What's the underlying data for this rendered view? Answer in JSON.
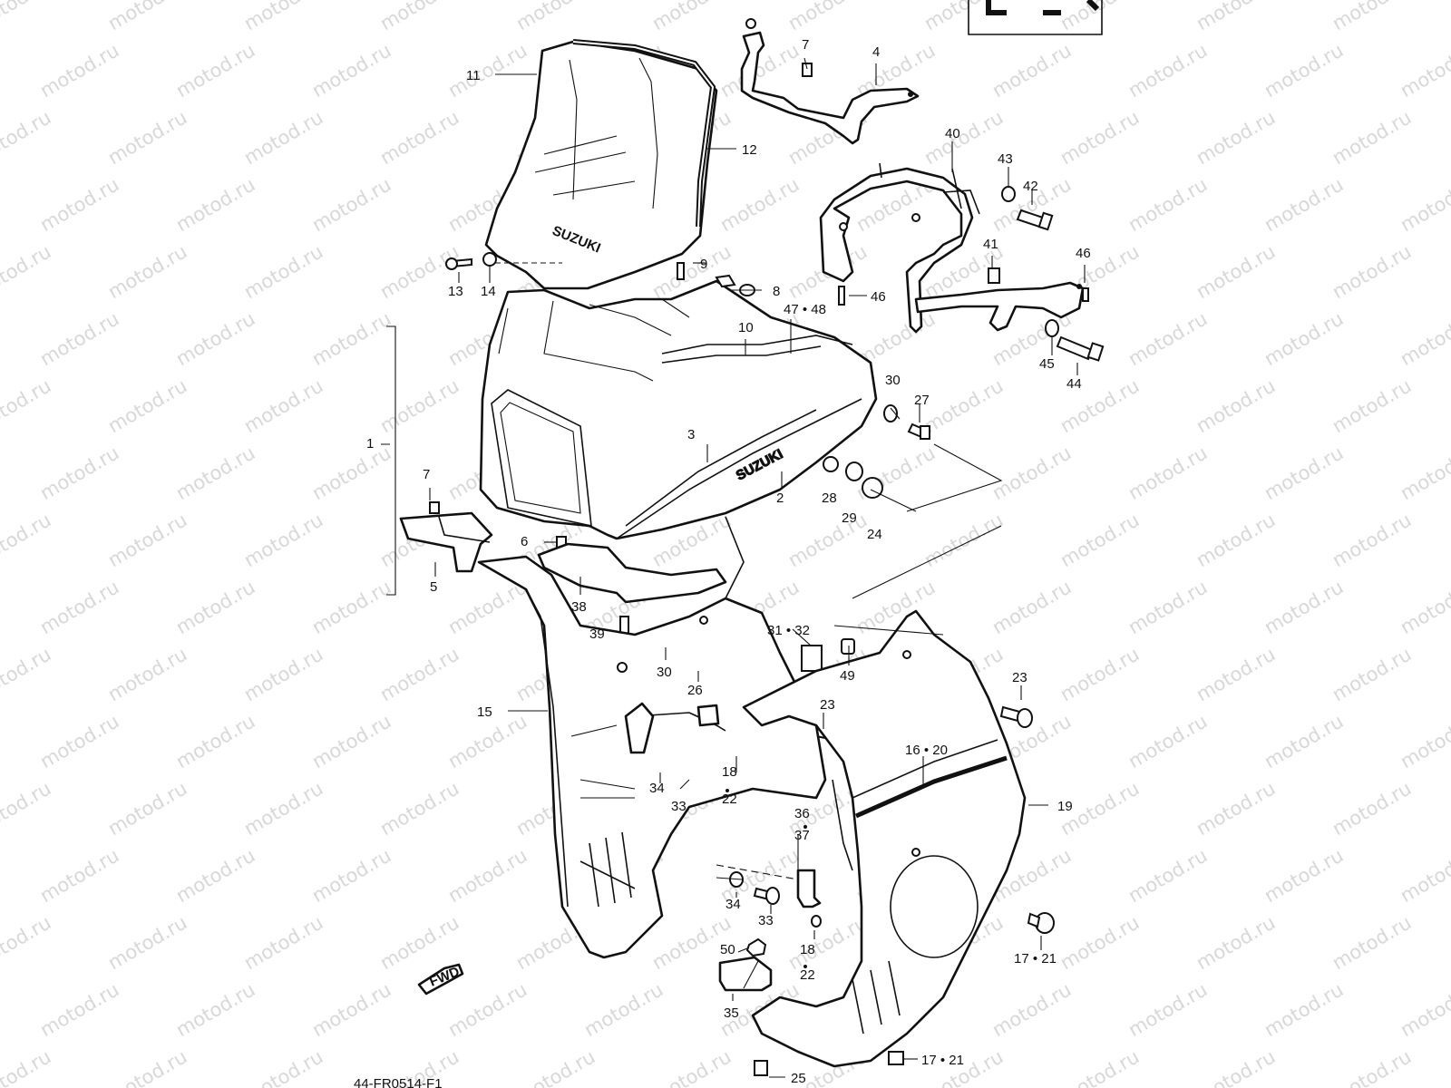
{
  "watermark": "motod.ru",
  "labels": {
    "p1": "1",
    "p2": "2",
    "p3": "3",
    "p4": "4",
    "p5": "5",
    "p6": "6",
    "p7a": "7",
    "p7b": "7",
    "p8": "8",
    "p9": "9",
    "p10": "10",
    "p11": "11",
    "p12": "12",
    "p13": "13",
    "p14": "14",
    "p15": "15",
    "p1620": "16 • 20",
    "p1721a": "17 • 21",
    "p1721b": "17 • 21",
    "p18a": "18",
    "p22a": "22",
    "p18b": "18",
    "p22b": "22",
    "p19": "19",
    "p23a": "23",
    "p23b": "23",
    "p24": "24",
    "p25": "25",
    "p26": "26",
    "p27": "27",
    "p28": "28",
    "p29": "29",
    "p30a": "30",
    "p30b": "30",
    "p3132": "31 • 32",
    "p33a": "33",
    "p33b": "33",
    "p34a": "34",
    "p34b": "34",
    "p35": "35",
    "p36": "36",
    "p37": "37",
    "p38": "38",
    "p39": "39",
    "p40": "40",
    "p41": "41",
    "p42": "42",
    "p43": "43",
    "p44": "44",
    "p45": "45",
    "p46a": "46",
    "p46b": "46",
    "p4748": "47 • 48",
    "p49": "49",
    "p50": "50"
  },
  "brand_text": "SUZUKI",
  "fwd_text": "FWD",
  "footer_code": "44-FR0514-F1"
}
